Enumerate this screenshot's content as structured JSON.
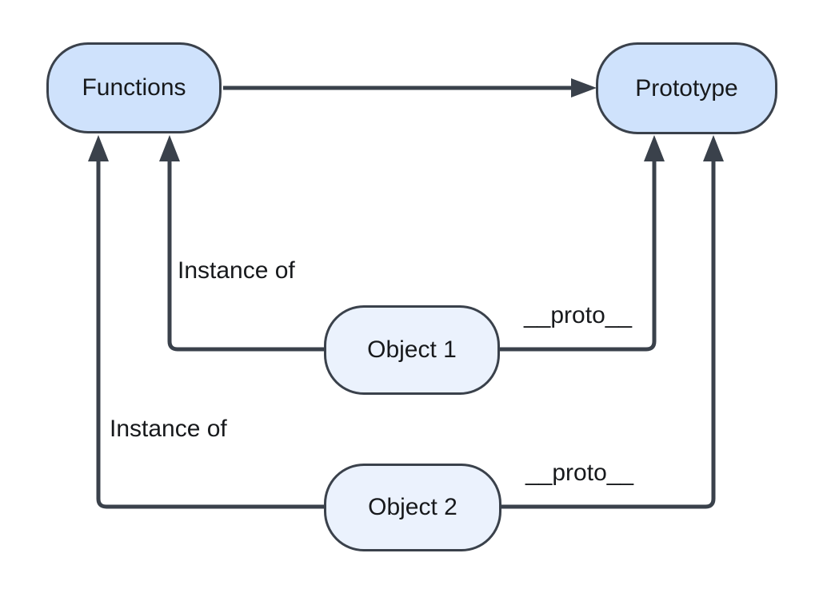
{
  "diagram": {
    "background_color": "#ffffff",
    "colors": {
      "node_fill_primary": "#cfe2fc",
      "node_fill_secondary": "#ebf2fd",
      "node_border": "#3a414b",
      "edge_stroke": "#3a414b",
      "text_color": "#17191c"
    },
    "nodes": [
      {
        "id": "functions",
        "label": "Functions"
      },
      {
        "id": "prototype",
        "label": "Prototype"
      },
      {
        "id": "object1",
        "label": "Object 1"
      },
      {
        "id": "object2",
        "label": "Object 2"
      }
    ],
    "edges": [
      {
        "from": "functions",
        "to": "prototype",
        "label": ""
      },
      {
        "from": "object1",
        "to": "functions",
        "label": "Instance of"
      },
      {
        "from": "object1",
        "to": "prototype",
        "label": "__proto__"
      },
      {
        "from": "object2",
        "to": "functions",
        "label": "Instance of"
      },
      {
        "from": "object2",
        "to": "prototype",
        "label": "__proto__"
      }
    ]
  }
}
